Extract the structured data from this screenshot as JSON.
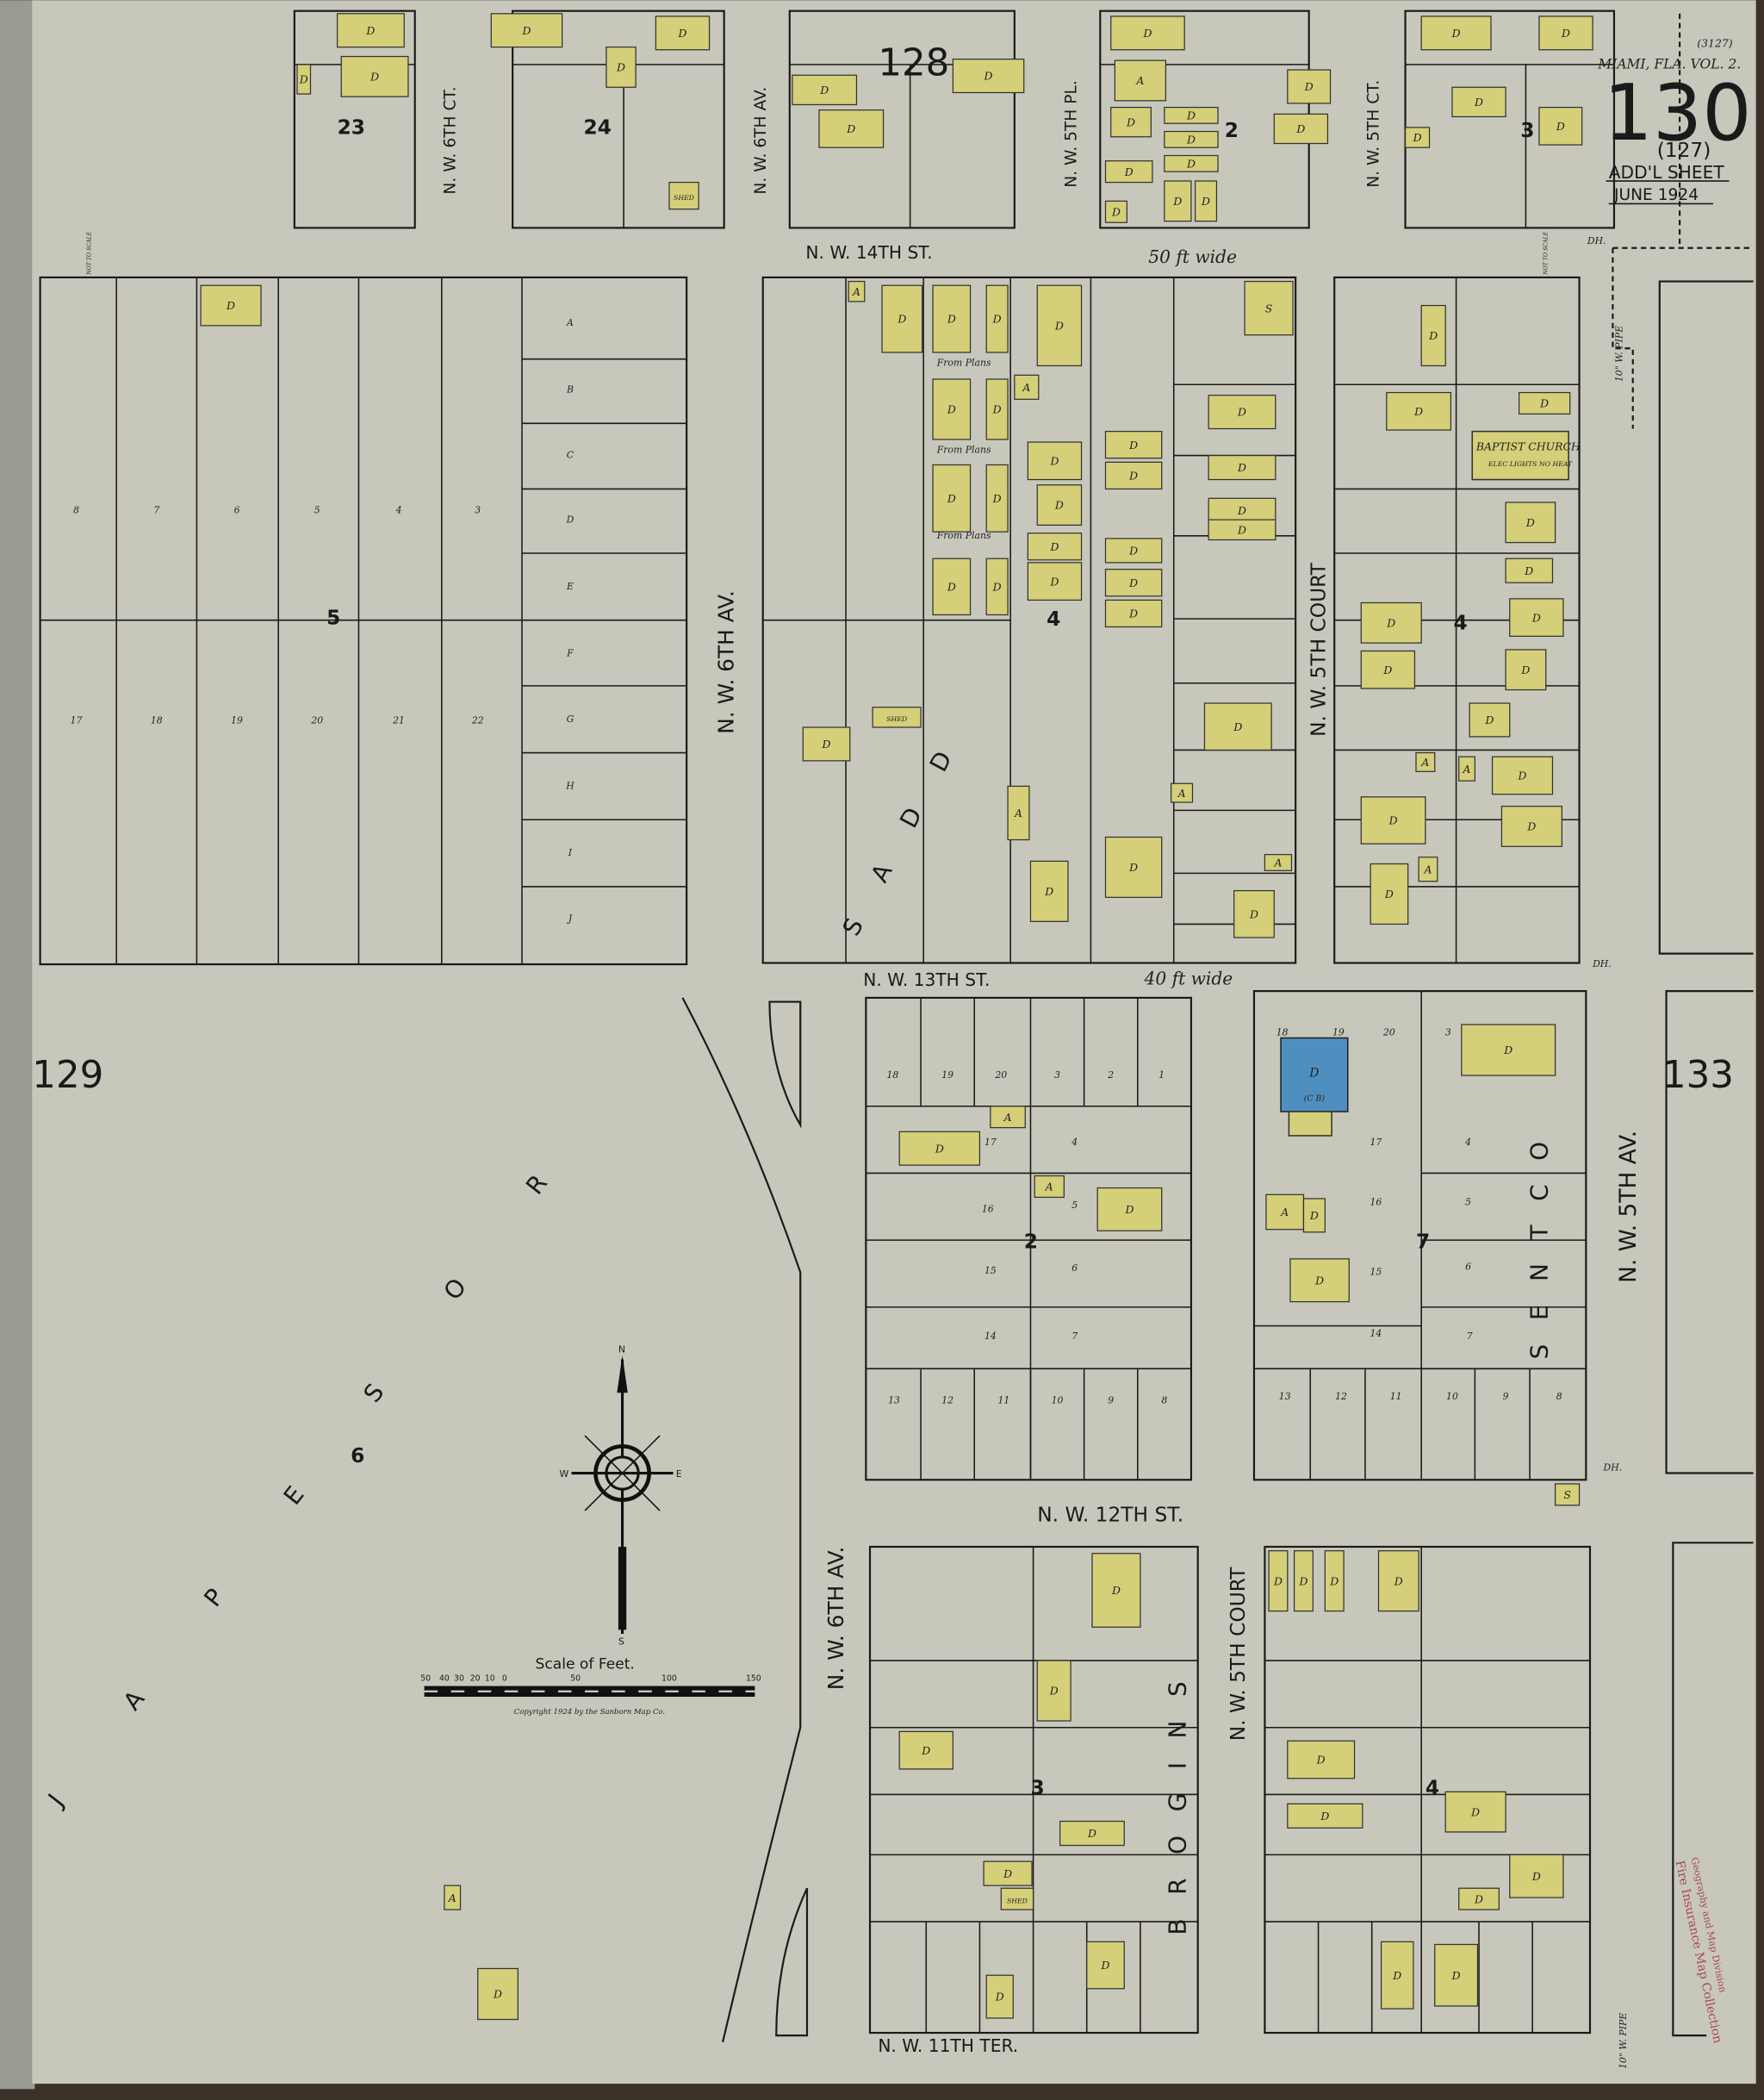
{
  "sheet": {
    "city": "MIAMI, FLA. VOL. 2.",
    "corner_note": "(3127)",
    "number": "130",
    "prev_number": "(127)",
    "addl": "ADD'L SHEET",
    "date": "JUNE 1924"
  },
  "adjacent_sheets": {
    "left": "129",
    "right": "133",
    "top": "128"
  },
  "streets": {
    "nw14": "N. W. 14TH ST.",
    "nw14_width": "50 ft wide",
    "nw13": "N. W. 13TH ST.",
    "nw13_width": "40 ft wide",
    "nw12": "N. W. 12TH ST.",
    "nw11": "N. W. 11TH TER.",
    "nw6av": "N. W. 6TH AV.",
    "nw6av_lower": "N. W. 6TH AV.",
    "nw5ct": "N. W. 5TH COURT",
    "nw5ct_lower": "N. W. 5TH COURT",
    "nw5av": "N. W. 5TH AV.",
    "nw6ct_top": "N. W. 6TH CT.",
    "nw6av_top": "N. W. 6TH AV.",
    "nw5pl_top": "N. W. 5TH PL.",
    "nw5ct_top": "N. W. 5TH CT."
  },
  "blocks": [
    "5",
    "4",
    "6",
    "2",
    "7",
    "3",
    "4",
    "23",
    "24",
    "2",
    "3"
  ],
  "subdivisions": {
    "sadd": "S A D D",
    "sentc": "S E N T C O",
    "bogins": "B R O G I N S",
    "japes": "J A P E S O R"
  },
  "church": {
    "name": "BAPTIST CHURCH",
    "note": "ELEC LIGHTS NO HEAT"
  },
  "notes": {
    "from_plans": "From Plans",
    "not_to_scale": "NOT TO SCALE",
    "pipe": "10\" W. PIPE",
    "dh": "DH."
  },
  "building_codes": {
    "dwelling": "D",
    "auto": "A",
    "store": "S",
    "shed": "SHED",
    "cb": "(C B)"
  },
  "block5_lots": [
    "8",
    "7",
    "6",
    "5",
    "4",
    "3",
    "17",
    "18",
    "19",
    "20",
    "21",
    "22",
    "A",
    "B",
    "C",
    "D",
    "E",
    "F",
    "G",
    "H",
    "I",
    "J"
  ],
  "block2_lots": [
    "18",
    "19",
    "20",
    "3",
    "2",
    "1",
    "17",
    "4",
    "16",
    "5",
    "15",
    "6",
    "14",
    "7",
    "13",
    "12",
    "11",
    "10",
    "9",
    "8"
  ],
  "block7_lots": [
    "18",
    "19",
    "20",
    "3",
    "17",
    "4",
    "16",
    "5",
    "15",
    "6",
    "14",
    "7",
    "13",
    "12",
    "11",
    "10",
    "9",
    "8"
  ],
  "compass": {
    "n": "N",
    "s": "S",
    "e": "E",
    "w": "W"
  },
  "scale": {
    "title": "Scale of Feet.",
    "ticks": [
      "50",
      "40",
      "30",
      "20",
      "10",
      "0",
      "50",
      "100",
      "150"
    ],
    "copyright": "Copyright 1924 by the Sanborn Map Co."
  },
  "stamp": {
    "line1": "Fire Insurance Map Collection",
    "line2": "Geography and Map Division"
  },
  "colors": {
    "paper": "#c8c7bb",
    "frame": "#3b3128",
    "dwelling": "#d4cf78",
    "brick": "#4f8fbf",
    "ink": "#1a1a1a",
    "stamp": "#a8485a"
  }
}
